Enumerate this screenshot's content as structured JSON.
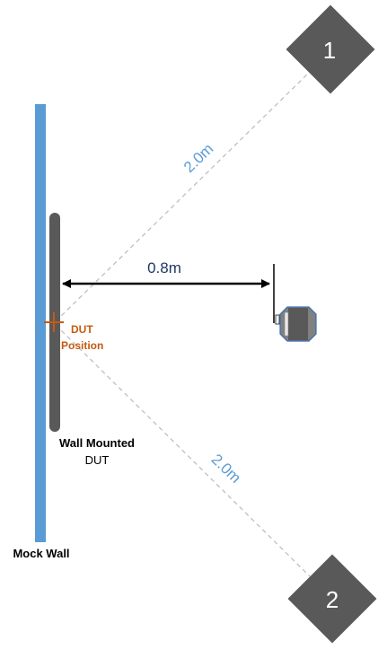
{
  "diagram": {
    "speaker_1_label": "1",
    "speaker_2_label": "2",
    "distance_top": "2.0m",
    "distance_bottom": "2.0m",
    "distance_horizontal": "0.8m",
    "dut_label_line1": "DUT",
    "dut_label_line2": "Position",
    "device_label_line1": "Wall Mounted",
    "device_label_line2": "DUT",
    "wall_label": "Mock Wall"
  },
  "colors": {
    "wall": "#5b9bd5",
    "device": "#595959",
    "speaker": "#595959",
    "distance_text_diag": "#5b9bd5",
    "distance_text_h": "#1f3864",
    "dut_marker": "#c55a11"
  }
}
